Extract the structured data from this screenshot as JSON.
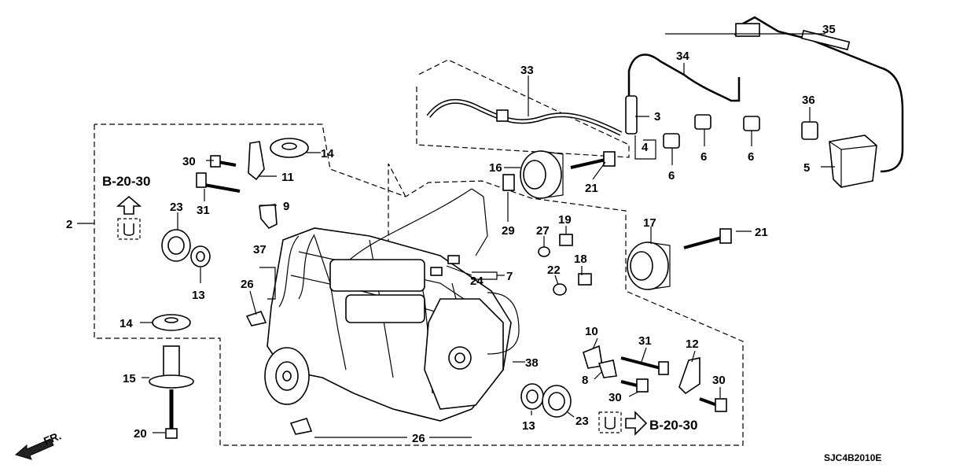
{
  "diagram": {
    "code": "SJC4B2010E",
    "front_marker": "FR.",
    "reference_labels": [
      "B-20-30",
      "B-20-30"
    ],
    "callouts": {
      "p2": "2",
      "p3": "3",
      "p4": "4",
      "p5": "5",
      "p6a": "6",
      "p6b": "6",
      "p6c": "6",
      "p7": "7",
      "p8": "8",
      "p9": "9",
      "p10": "10",
      "p11": "11",
      "p12": "12",
      "p13a": "13",
      "p13b": "13",
      "p14a": "14",
      "p14b": "14",
      "p15": "15",
      "p16": "16",
      "p17": "17",
      "p18": "18",
      "p19": "19",
      "p20": "20",
      "p21a": "21",
      "p21b": "21",
      "p22": "22",
      "p23a": "23",
      "p23b": "23",
      "p24": "24",
      "p26a": "26",
      "p26b": "26",
      "p27": "27",
      "p29": "29",
      "p30a": "30",
      "p30b": "30",
      "p30c": "30",
      "p31a": "31",
      "p31b": "31",
      "p33": "33",
      "p34": "34",
      "p35": "35",
      "p36": "36",
      "p37": "37",
      "p38": "38"
    }
  }
}
